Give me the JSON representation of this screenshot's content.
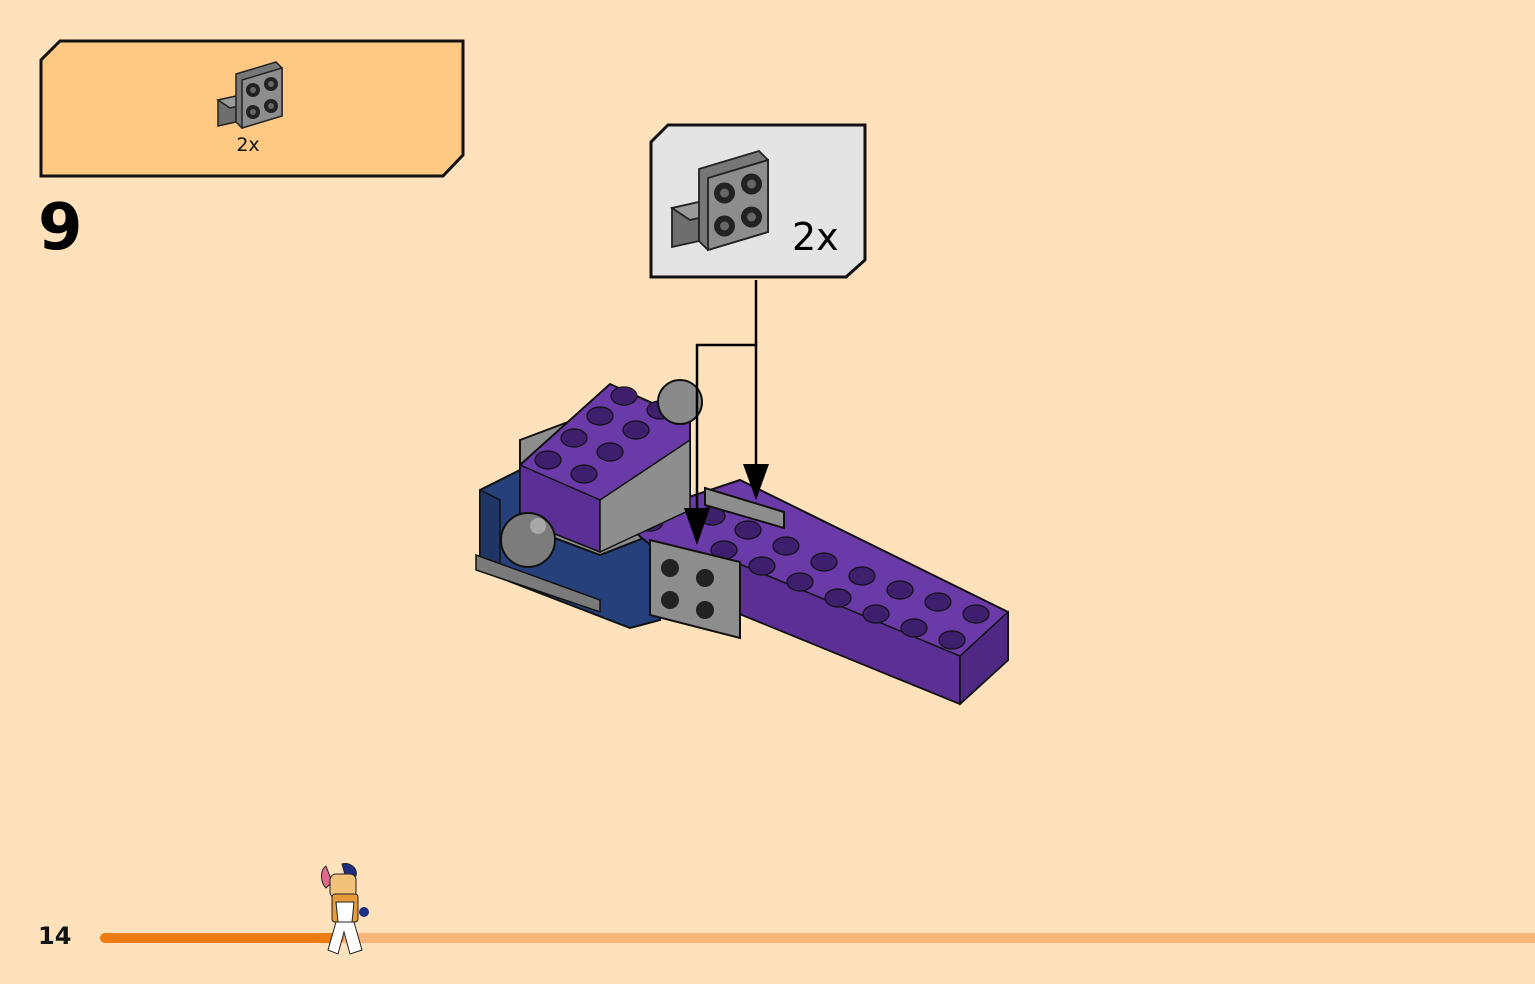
{
  "parts_list": {
    "items": [
      {
        "part_icon": "bracket-plate-icon",
        "quantity": "2x"
      }
    ]
  },
  "step": {
    "number": "9"
  },
  "callout": {
    "part_icon": "bracket-plate-icon",
    "quantity": "2x"
  },
  "footer": {
    "page_number": "14",
    "progress_percent": 17
  },
  "colors": {
    "page_background": "#FFE2BB",
    "parts_box": "#FFC883",
    "callout_box": "#E4E4E4",
    "progress_fill": "#EE7D11",
    "progress_track": "#FBB47A",
    "brick_purple": "#6A3AA8",
    "brick_blue": "#25407A",
    "brick_gray": "#8E8E8E"
  }
}
